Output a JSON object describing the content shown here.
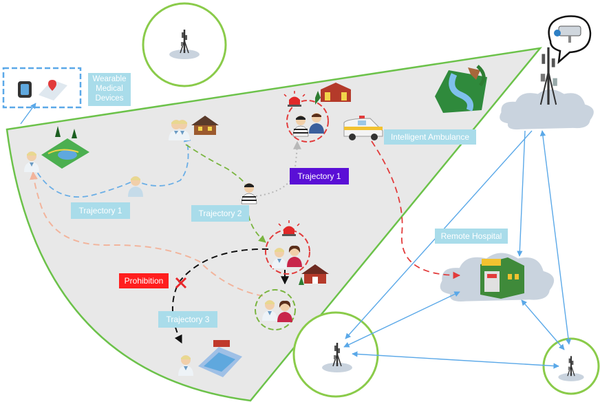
{
  "labels": {
    "wearable": "Wearable Medical Devices",
    "ambulance": "Intelligent Ambulance",
    "remote_hospital": "Remote Hospital",
    "trajectory_1_teal": "Trajectory 1",
    "trajectory_1_purple": "Trajectory 1",
    "trajectory_2": "Trajectory 2",
    "trajectory_3": "Trajectory 3",
    "prohibition": "Prohibition"
  },
  "colors": {
    "coverage_fill": "#e8e8e8",
    "coverage_border": "#6cc24a",
    "link_blue": "#5aa8e8",
    "traj1_blue": "#6aaee6",
    "traj2_green": "#7ab540",
    "traj_gray": "#b8b8b8",
    "traj3_black": "#111111",
    "traj_salmon": "#f2b49c",
    "ambulance_red": "#e23b3b",
    "label_teal": "#a9dcea",
    "tag_purple": "#5a0fd6",
    "tag_red": "#ff1e1e"
  },
  "icons": [
    "cell-tower-icon",
    "surveillance-camera-icon",
    "smartwatch-icon",
    "map-pin-icon",
    "park-map-icon",
    "river-icon",
    "fire-station-icon",
    "ambulance-icon",
    "hospital-icon",
    "person-icon",
    "doctor-icon",
    "prisoner-icon",
    "siren-icon",
    "house-icon",
    "swimming-pool-icon",
    "cloud-icon",
    "red-x-icon"
  ]
}
